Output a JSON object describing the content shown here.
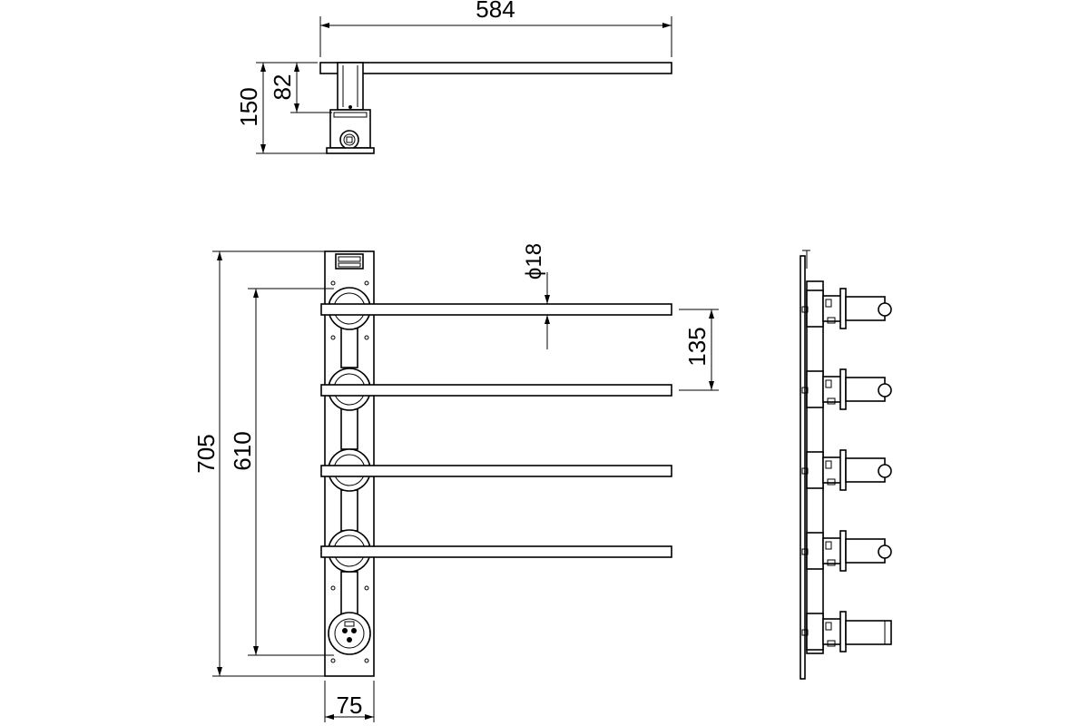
{
  "dimensions": {
    "top_length": "584",
    "top_height_total": "150",
    "top_height_bar": "82",
    "front_total_height": "705",
    "front_bar_span": "610",
    "bar_spacing": "135",
    "bar_diameter": "ϕ18",
    "plate_width": "75"
  },
  "front_view": {
    "bar_count": 4
  },
  "side_view": {
    "valve_count": 5
  }
}
